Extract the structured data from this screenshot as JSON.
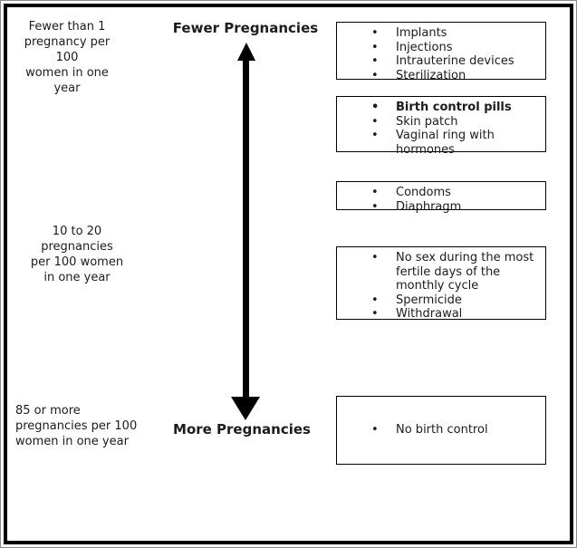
{
  "diagram": {
    "top_heading": "Fewer Pregnancies",
    "bottom_heading": "More Pregnancies",
    "left_labels": [
      {
        "text": "Fewer than 1\npregnancy per 100\nwomen in one year"
      },
      {
        "text": "10 to 20\npregnancies\nper 100 women\nin one year"
      },
      {
        "text": "85 or more\npregnancies per 100\nwomen in one year"
      }
    ],
    "arrow": {
      "orientation": "vertical",
      "heads": "both",
      "color": "#000000"
    },
    "boxes": [
      {
        "items": [
          "Implants",
          "Injections",
          "Intrauterine devices",
          "Sterilization"
        ]
      },
      {
        "items": [
          "Birth control pills",
          "Skin patch",
          "Vaginal ring with hormones"
        ],
        "bold_items": [
          "Birth control pills"
        ]
      },
      {
        "items": [
          "Condoms",
          "Diaphragm"
        ]
      },
      {
        "items": [
          "No sex during the most fertile days of the monthly cycle",
          "Spermicide",
          "Withdrawal"
        ]
      },
      {
        "items": [
          "No birth control"
        ]
      }
    ],
    "colors": {
      "text": "#1c1c1c",
      "border": "#000000",
      "background": "#ffffff"
    }
  }
}
